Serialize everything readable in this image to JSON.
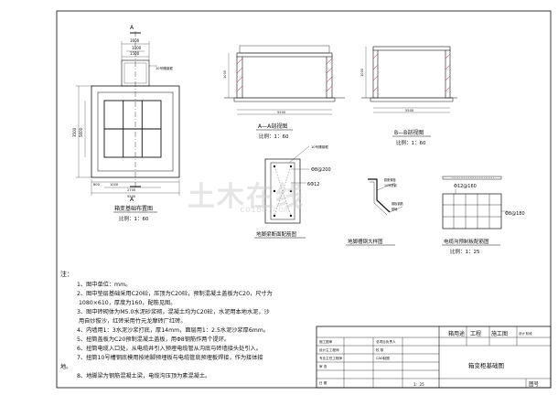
{
  "watermark": {
    "main": "土木在线",
    "sub": "co188.com"
  },
  "plan_view": {
    "title": "箱变基础布置图",
    "scale": "比例：1：60",
    "section_mark": "A",
    "dims_top": [
      "1600",
      "1000",
      "1500"
    ],
    "dims_left": [
      "3500",
      "5600"
    ],
    "dims_bottom": [
      "800",
      "1000",
      "2700",
      "5500"
    ],
    "label_pipe": "10号槽钢框"
  },
  "section_aa": {
    "title": "A—A剖视图",
    "scale": "比例：1：60",
    "dims": [
      "1000",
      "5500"
    ]
  },
  "section_bb": {
    "title": "B—B剖视图",
    "scale": "比例：1：60",
    "dims": [
      "1000",
      "5500"
    ]
  },
  "ground_beam": {
    "title": "地脚梁断面配筋图",
    "labels": [
      "10号槽钢框",
      "Φ8@200",
      "6Φ12"
    ]
  },
  "anchor_detail": {
    "title": "地脚槽钢大样图",
    "labels": [
      "膨胀螺栓",
      "10号槽钢",
      "钢板钢筋",
      "基础"
    ]
  },
  "cable_cover": {
    "title": "电缆沟预制板配筋图",
    "scale": "比例：1：25",
    "labels": [
      "Φ12@160",
      "Φ8@180"
    ]
  },
  "notes": {
    "heading": "注：",
    "items": [
      "1、图中单位：mm。",
      "2、图中垫层基础采用C20砼，压顶为C20砼，预制混凝土盖板为C20，尺寸为",
      "1080×610，厚度为160，配筋见图。",
      "3、图中砖砌体为M5.0水泥砂浆砌，混凝土均为C20砼，水泥用本地水泥，沙",
      "用自炒拔沙，红砖采用竹元龙摩砖厂红砖。",
      "4、内墙用1：3水泥沙浆打底，厚14mm，面层用1：2.5水泥沙浆厚6mm。",
      "5、扭筒盖板为C20预制混凝土盖板，用Φ8钢筋作两个提环。",
      "6、扭筒电缆入口处，从电缆井引入预埋电缆管从沟底与砖墙接头处引入。",
      "7、扭筒10号槽钢底模用按地脚预埋板与电缆管底预埋板焊接，作为接体接",
      "地。",
      "8、地脚梁为钢筋混凝土梁，电缆沟压顶为素混凝土。"
    ]
  },
  "title_block": {
    "project": "箱用途",
    "stage_label": "工程",
    "phase": "施工图",
    "design": "设计\n阶段",
    "drawing_name": "箱变柜基础图",
    "sheet_label": "图号",
    "scale": "1：25",
    "rows": [
      [
        "施工图审",
        "总项目负责人"
      ],
      [
        "设计主工程师",
        "校 核"
      ],
      [
        "专业主任工程师",
        "CAD制图"
      ],
      [
        "审 查",
        ""
      ],
      [
        "日 期",
        ""
      ]
    ]
  }
}
